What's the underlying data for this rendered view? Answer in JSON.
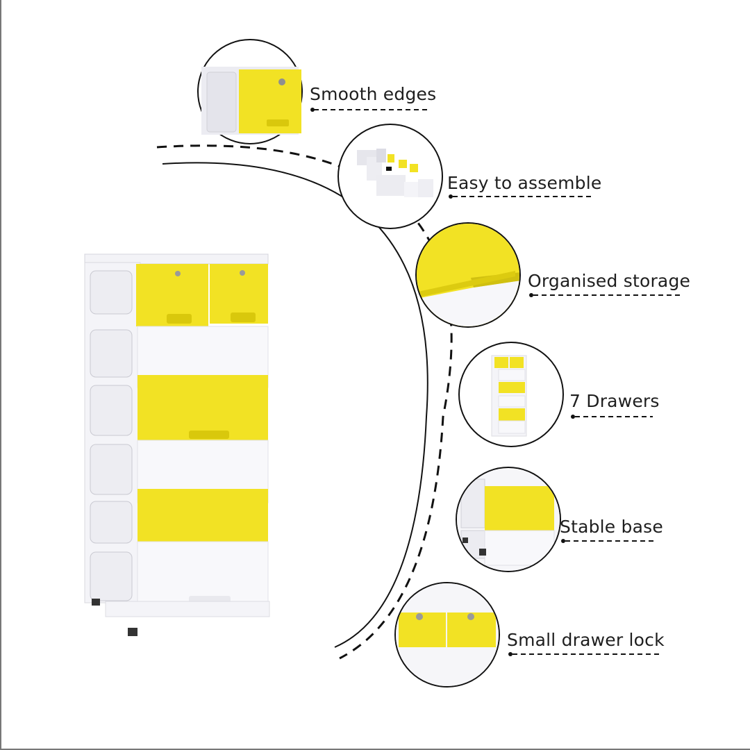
{
  "colors": {
    "yellow": "#f2e224",
    "yellow_dark": "#d7c50a",
    "panel_white": "#f1f1f6",
    "frame_white": "#fafafd",
    "outline": "#111111"
  },
  "features": [
    {
      "label": "Smooth edges",
      "icon": "drawer-edge-closeup"
    },
    {
      "label": "Easy to assemble",
      "icon": "disassembled-parts"
    },
    {
      "label": "Organised storage",
      "icon": "drawer-handle-closeup"
    },
    {
      "label": "7 Drawers",
      "icon": "drawer-unit-thumbnail"
    },
    {
      "label": "Stable base",
      "icon": "base-wheels-closeup"
    },
    {
      "label": "Small drawer lock",
      "icon": "drawer-lock-closeup"
    }
  ]
}
